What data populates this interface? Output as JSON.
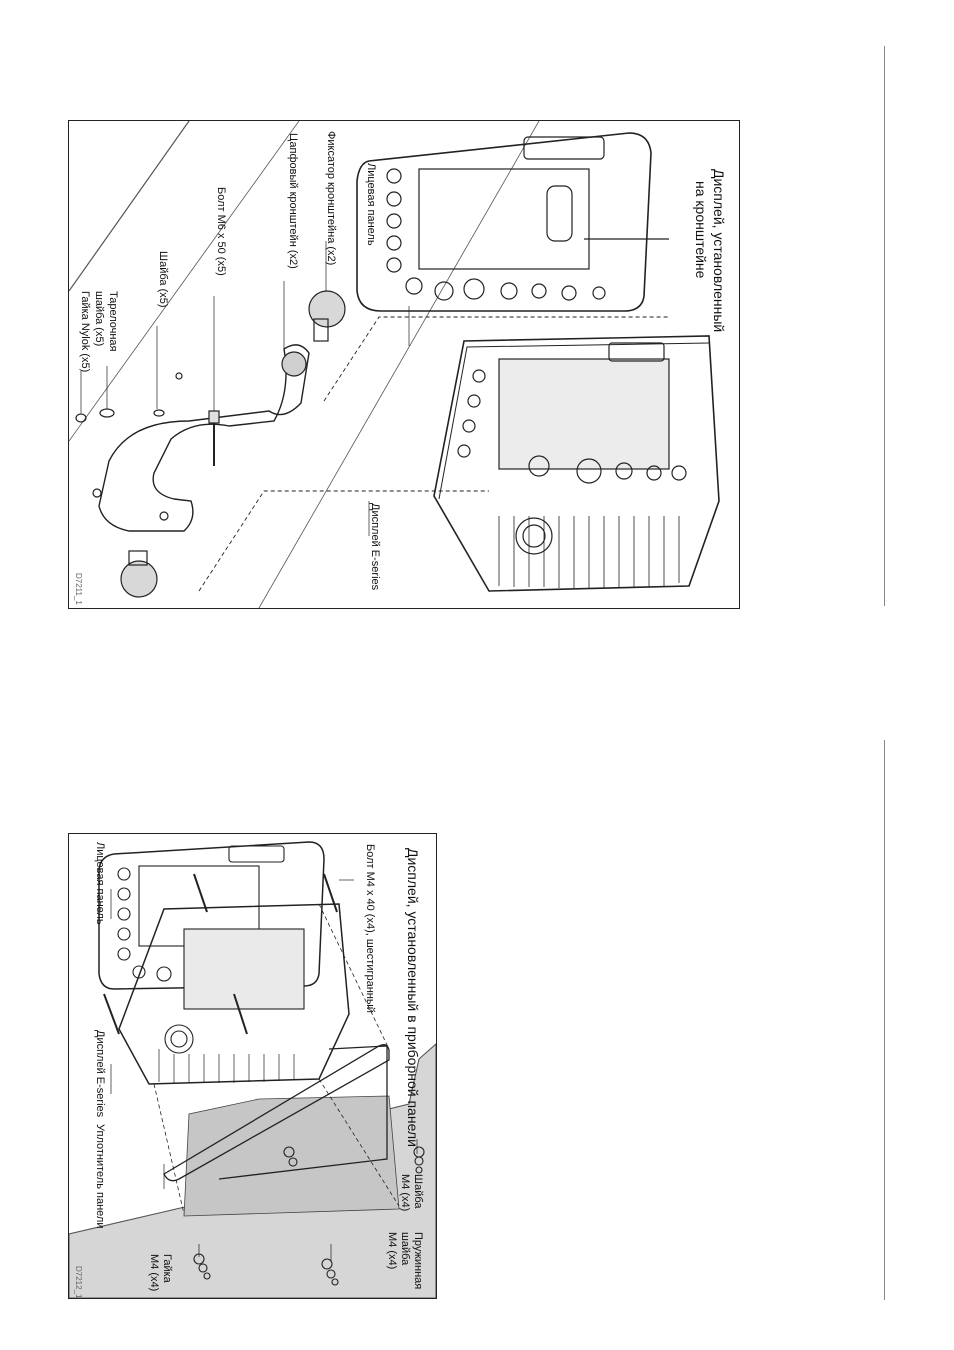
{
  "figure_1": {
    "title_line1": "Дисплей, установленный",
    "title_line2": "на кронштейне",
    "labels": {
      "face_panel": "Лицевая панель",
      "bracket_lock": "Фиксатор кронштейна (x2)",
      "trunnion_bracket": "Цапфовый кронштейн (x2)",
      "bolt": "Болт М6 x 50 (x5)",
      "washer": "Шайба (x5)",
      "dish_washer_line1": "Тарелочная",
      "dish_washer_line2": "шайба (x5)",
      "nylok_nut": "Гайка Nylok (x5)",
      "display": "Дисплей E-series"
    },
    "code": "D7211_1"
  },
  "figure_2": {
    "title": "Дисплей, установленный в приборной панели",
    "labels": {
      "bolt": "Болт М4 x 40 (x4), шестигранный",
      "face_panel": "Лицевая панель",
      "display": "Дисплей E-series",
      "panel_seal": "Уплотнитель панели",
      "washer_line1": "Шайба",
      "washer_line2": "М4 (x4)",
      "spring_washer_line1": "Пружинная",
      "spring_washer_line2": "шайба",
      "spring_washer_line3": "М4 (x4)",
      "nut_line1": "Гайка",
      "nut_line2": "М4 (x4)"
    },
    "code": "D7212_1"
  }
}
